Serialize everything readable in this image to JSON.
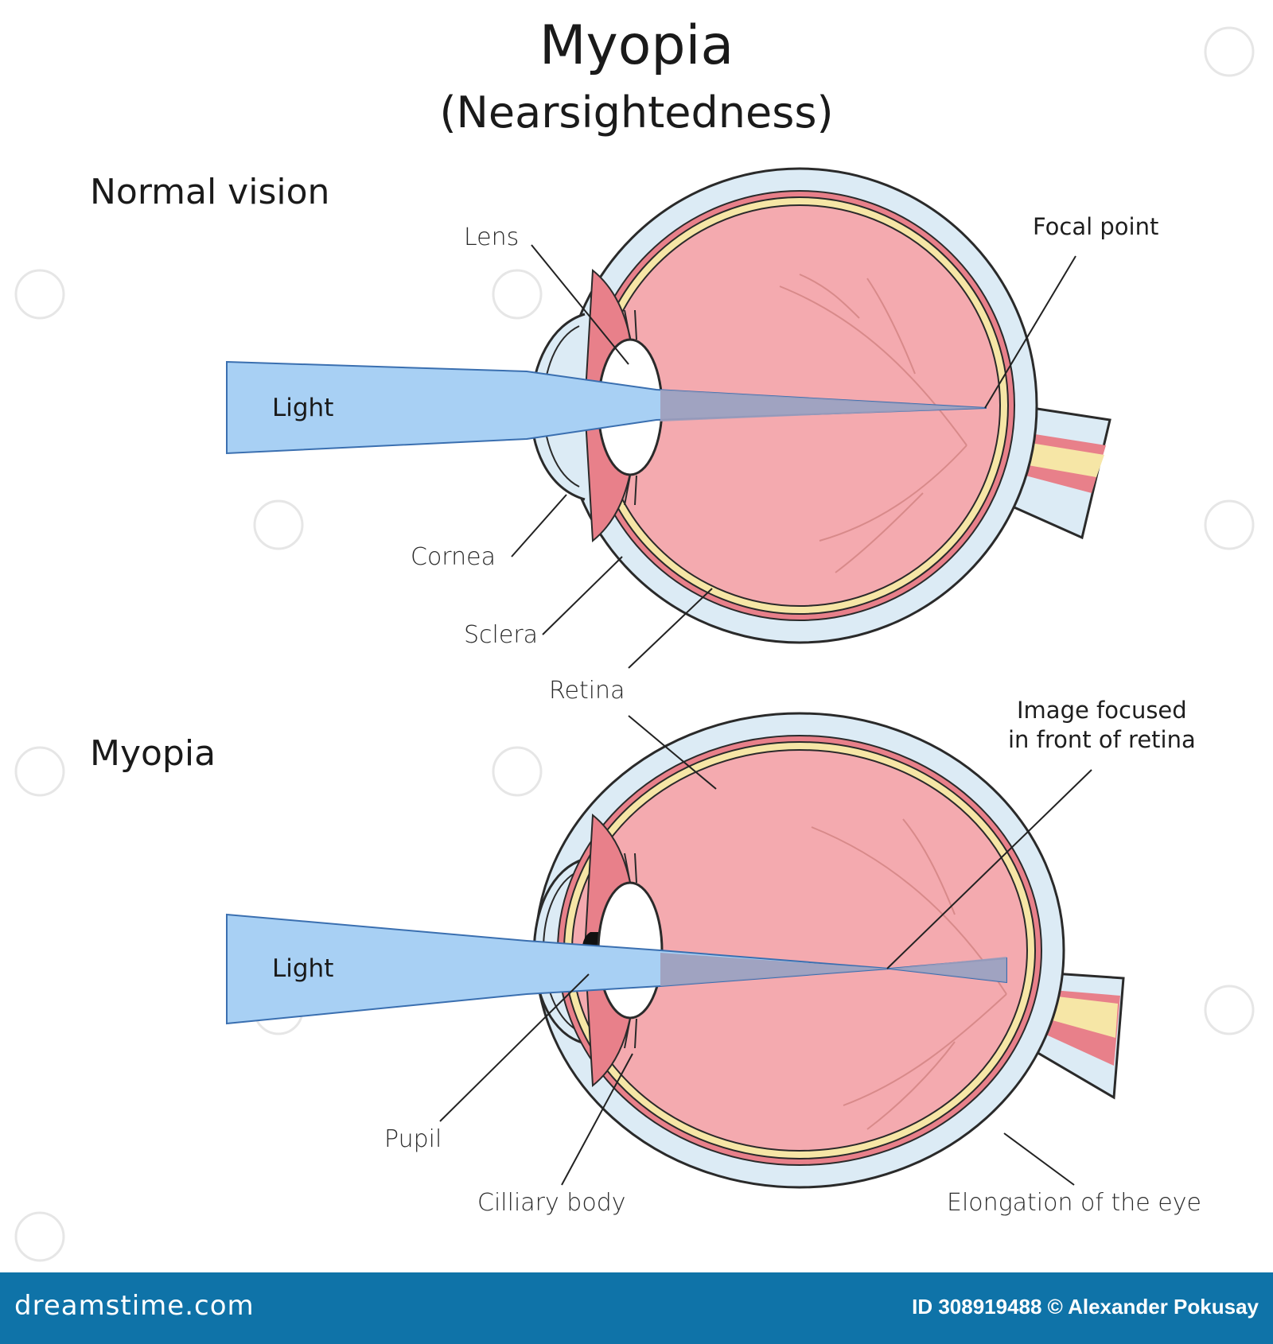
{
  "title": "Myopia",
  "subtitle": "(Nearsightedness)",
  "sections": {
    "normal": "Normal vision",
    "myopia": "Myopia"
  },
  "labels": {
    "light_top": "Light",
    "light_bottom": "Light",
    "lens": "Lens",
    "focal_point": "Focal point",
    "cornea": "Cornea",
    "sclera": "Sclera",
    "retina": "Retina",
    "image_focused_1": "Image focused",
    "image_focused_2": "in front of retina",
    "pupil": "Pupil",
    "ciliary_body": "Cilliary body",
    "elongation": "Elongation of the eye"
  },
  "footer": {
    "brand": "dreamstime.com",
    "credit": "ID 308919488 © Alexander Pokusay"
  },
  "colors": {
    "sclera": "#dcebf5",
    "choroid": "#e8808a",
    "retina": "#f6e6a6",
    "vitreous": "#f4aaaf",
    "light_beam": "#a8d0f4",
    "light_focus": "#9f9dbb",
    "footer": "#0f73a8"
  },
  "watermark_icon": "spiral-watermark-icon"
}
